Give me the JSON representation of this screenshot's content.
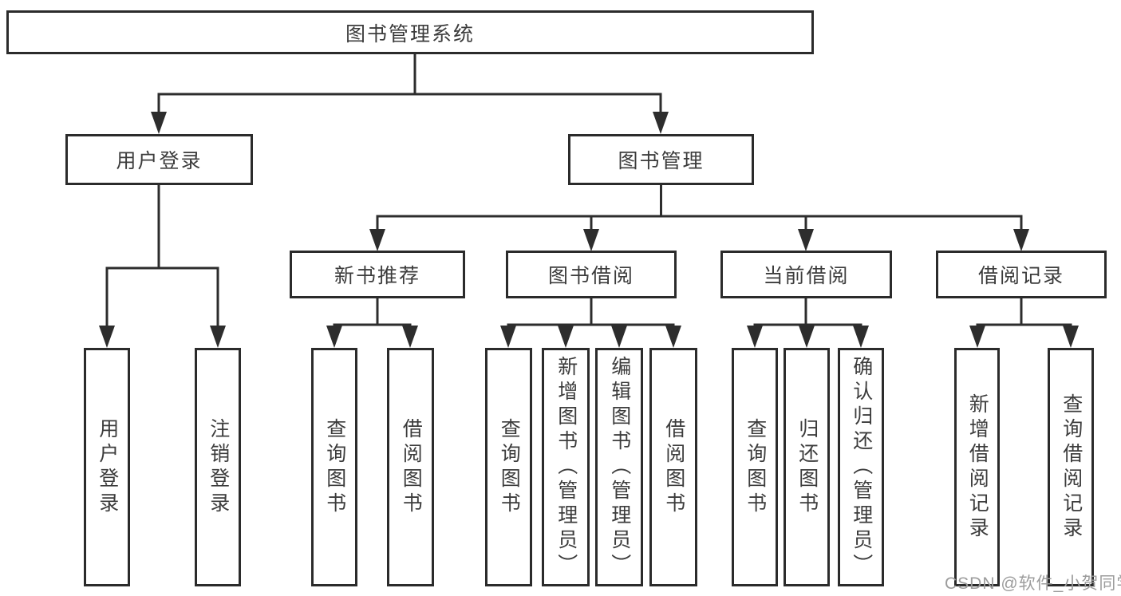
{
  "diagram": {
    "root": {
      "label": "图书管理系统"
    },
    "level2": [
      {
        "label": "用户登录"
      },
      {
        "label": "图书管理"
      }
    ],
    "level3": [
      {
        "label": "新书推荐"
      },
      {
        "label": "图书借阅"
      },
      {
        "label": "当前借阅"
      },
      {
        "label": "借阅记录"
      }
    ],
    "leaves": {
      "user_login": [
        {
          "label": "用户登录"
        },
        {
          "label": "注销登录"
        }
      ],
      "new_book_recommend": [
        {
          "label": "查询图书"
        },
        {
          "label": "借阅图书"
        }
      ],
      "book_borrow": [
        {
          "label": "查询图书"
        },
        {
          "label": "新增图书（管理员）"
        },
        {
          "label": "编辑图书（管理员）"
        },
        {
          "label": "借阅图书"
        }
      ],
      "current_borrow": [
        {
          "label": "查询图书"
        },
        {
          "label": "归还图书"
        },
        {
          "label": "确认归还（管理员）"
        }
      ],
      "borrow_record": [
        {
          "label": "新增借阅记录"
        },
        {
          "label": "查询借阅记录"
        }
      ]
    }
  },
  "watermark": {
    "text": "CSDN @软件_小贺同学"
  },
  "colors": {
    "line": "#2d2d2d",
    "box_border": "#2b2b2b",
    "text": "#3c3c3c",
    "background": "#ffffff",
    "watermark": "#9c9c9c"
  }
}
